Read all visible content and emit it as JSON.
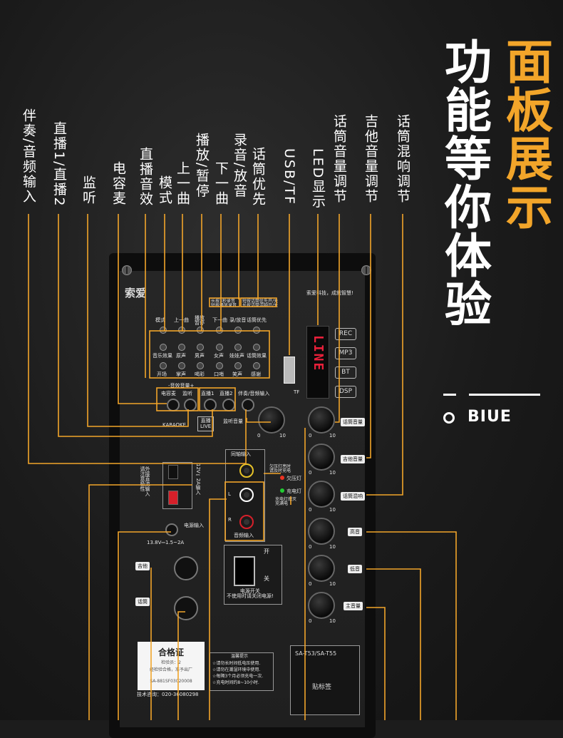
{
  "title": {
    "orange": "面板展示",
    "white": "功能等你体验"
  },
  "brand": "BIUE",
  "callouts": [
    "伴奏/音频输入",
    "直播1/直播2",
    "监听",
    "电容麦",
    "直播音效",
    "模式",
    "上一曲",
    "播放/暂停",
    "下一曲",
    "录音/放音",
    "话筒优先",
    "USB/TF",
    "LED显示",
    "话筒音量调节",
    "吉他音量调节",
    "话筒混响调节"
  ],
  "panel": {
    "logo": "索爱",
    "slogan": "索爱科技，成就智慧!",
    "top_hint_1": "长按3秒录音\n短按播放录音",
    "top_hint_2": "短按话筒优先开/关\n长按话筒混响开/关",
    "row1": [
      "模式",
      "上一曲",
      "播放暂停",
      "下一曲",
      "录/放音",
      "话筒优先"
    ],
    "row2": [
      "音乐效果",
      "原声",
      "男声",
      "女声",
      "娃娃声",
      "话筒效果"
    ],
    "row3": [
      "开场",
      "掌声",
      "喝彩",
      "口哨",
      "笑声",
      "感谢"
    ],
    "effect_volume": "-音效音量+",
    "jacks": [
      "电容麦",
      "监听",
      "直播1",
      "直播2",
      "伴奏/音频输入"
    ],
    "karaoke": "KARAOKE",
    "live": "直播\nLIVE",
    "monitor_volume": "监听音量",
    "knob_labels": [
      "话筒音量",
      "吉他音量",
      "话筒混响",
      "高音",
      "低音",
      "主音量"
    ],
    "led": "LINE",
    "modes": [
      "REC",
      "MP3",
      "BT",
      "DSP"
    ],
    "tf": "TF",
    "scale_min": "0",
    "scale_max": "10",
    "power_in": "12V⎓2A输入",
    "external_note": "外接直流输入\n请注意极性",
    "coaxial": "同轴输入",
    "lamp_1": "欠压灯亮时\n请及时充电",
    "lamp_under": "欠压灯",
    "lamp_charge": "充电灯",
    "lamp_note": "充电灯熄灭\n充满电",
    "audio_in": "音频输入",
    "l_label": "L",
    "r_label": "R",
    "power_output": "电源输入",
    "power_spec": "13.8V⎓1.5~2A",
    "on_label": "开",
    "off_label": "关",
    "power_switch": "电源开关\n不使用时请关闭电源!",
    "guitar": "吉他",
    "mic": "话筒",
    "cert_title": "合格证",
    "cert_inspector": "检验员：2",
    "cert_line": "经检验合格，准予出厂",
    "serial": "SA-881SF03020008",
    "tech_support": "技术咨询：020-36080298",
    "warning_title": "温馨提示",
    "warning_lines": [
      "☆请勿长时间低电压使用.",
      "☆请勿在潮湿环境中使用.",
      "☆每隔3个月必须充电一次.",
      "☆充电时间约8~10小时."
    ],
    "model": "SA-T53/SA-T55",
    "sticker": "贴标签"
  },
  "colors": {
    "accent": "#f2a52a",
    "line": "#f2a52a",
    "text": "#ffffff",
    "led": "#e8203a"
  }
}
